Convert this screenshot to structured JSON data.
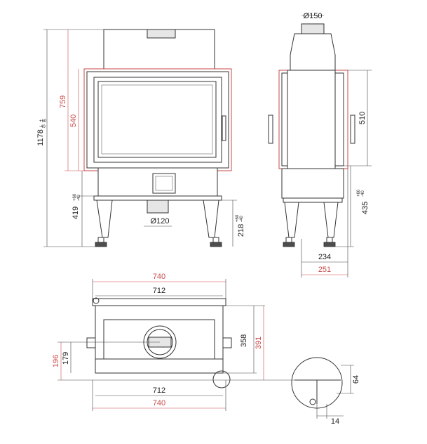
{
  "dimensions": {
    "front_total_height": "1178",
    "front_total_height_tol_upper": "+60",
    "front_total_height_tol_lower": "-40",
    "front_frame_height": "759",
    "front_glass_height": "540",
    "front_leg_height": "419",
    "front_leg_tol_upper": "+60",
    "front_leg_tol_lower": "-40",
    "front_flue_diameter": "Ø120",
    "front_bottom_height": "218",
    "front_bottom_tol_upper": "+60",
    "front_bottom_tol_lower": "-40",
    "side_flue_diameter": "Ø150",
    "side_height": "510",
    "side_leg_height": "435",
    "side_leg_tol_upper": "+60",
    "side_leg_tol_lower": "-40",
    "side_depth_inner": "234",
    "side_depth_outer": "251",
    "top_width_outer_upper": "740",
    "top_width_inner_upper": "712",
    "top_depth_inner": "358",
    "top_depth_outer": "391",
    "top_left_outer": "196",
    "top_left_inner": "179",
    "top_width_inner_lower": "712",
    "top_width_outer_lower": "740",
    "detail_height": "64",
    "detail_width": "14"
  }
}
